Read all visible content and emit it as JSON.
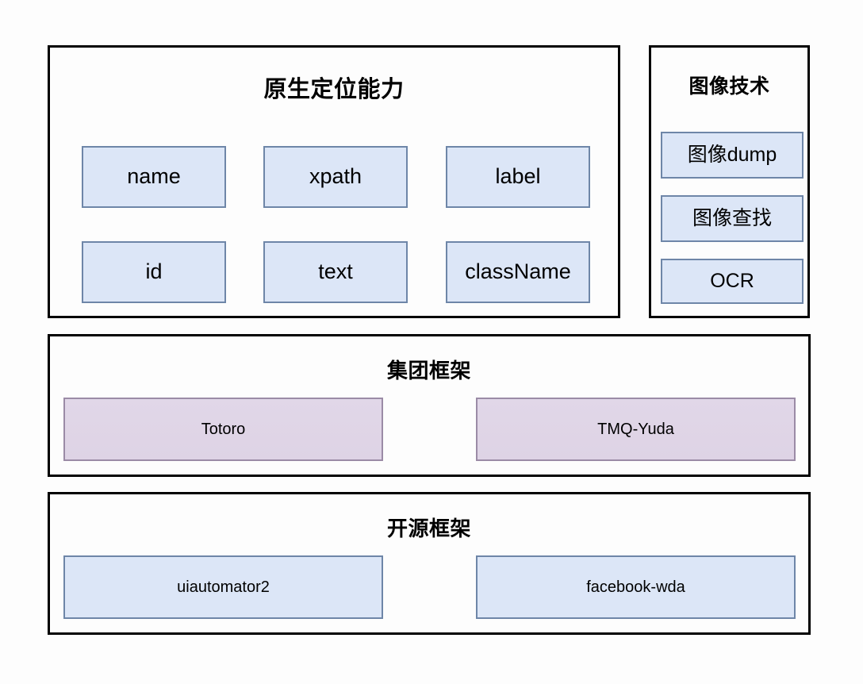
{
  "diagram": {
    "background": "#fdfdfd",
    "colors": {
      "panel_border": "#000000",
      "blue_fill": "#dce6f7",
      "blue_border": "#6e86a8",
      "purple_fill": "#e1d7e8",
      "purple_border": "#9b8ba6",
      "text": "#000000"
    },
    "panels": [
      {
        "id": "native",
        "title": "原生定位能力",
        "nodes": [
          {
            "label": "name"
          },
          {
            "label": "xpath"
          },
          {
            "label": "label"
          },
          {
            "label": "id"
          },
          {
            "label": "text"
          },
          {
            "label": "className"
          }
        ]
      },
      {
        "id": "image",
        "title": "图像技术",
        "nodes": [
          {
            "label": "图像dump"
          },
          {
            "label": "图像查找"
          },
          {
            "label": "OCR"
          }
        ]
      },
      {
        "id": "group",
        "title": "集团框架",
        "nodes": [
          {
            "label": "Totoro"
          },
          {
            "label": "TMQ-Yuda"
          }
        ]
      },
      {
        "id": "oss",
        "title": "开源框架",
        "nodes": [
          {
            "label": "uiautomator2"
          },
          {
            "label": "facebook-wda"
          }
        ]
      }
    ]
  }
}
